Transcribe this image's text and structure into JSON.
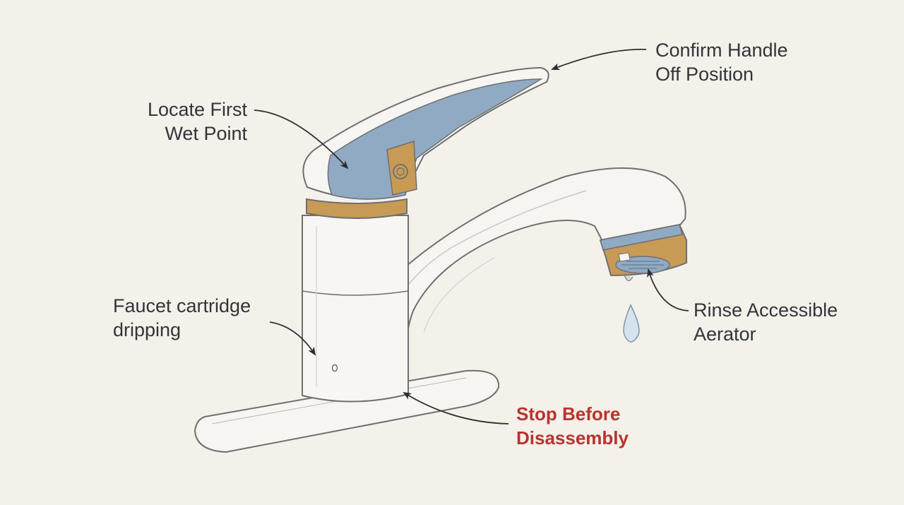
{
  "callouts": {
    "handle_off": {
      "line1": "Confirm Handle",
      "line2": "Off Position"
    },
    "wet_point": {
      "line1": "Locate First",
      "line2": "Wet Point"
    },
    "cartridge": {
      "line1": "Faucet cartridge",
      "line2": "dripping"
    },
    "aerator": {
      "line1": "Rinse Accessible",
      "line2": "Aerator"
    },
    "stop": {
      "line1": "Stop Before",
      "line2": "Disassembly"
    }
  },
  "colors": {
    "background": "#f3f1ea",
    "outline": "#6f6f72",
    "highlight_blue": "#8faac2",
    "highlight_gold": "#c79a55",
    "warning_text": "#b8342c",
    "label_text": "#33343a"
  }
}
